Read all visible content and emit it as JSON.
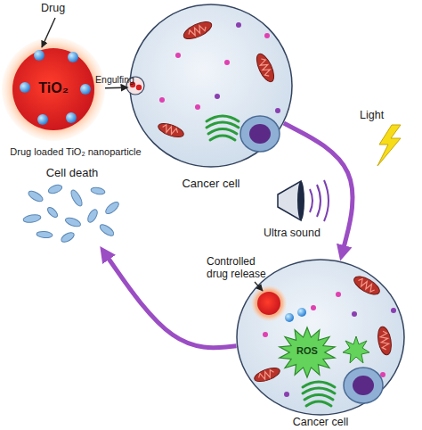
{
  "diagram": {
    "nodes": [
      {
        "text": [
          "TiO₂",
          "Drug loaded TiO₂ nanoparticle"
        ]
      },
      {
        "text": [
          "Cancer cell"
        ]
      },
      {
        "text": [
          "Cell death"
        ]
      },
      {
        "text": [
          "Cancer cell"
        ]
      },
      {
        "text": [
          "ROS"
        ],
        "in": 3
      }
    ],
    "edges": [
      {
        "from": 0,
        "to": 1,
        "label": "Engulfing",
        "arrow": "to"
      },
      {
        "from": 1,
        "to": 3,
        "arrow": "to"
      },
      {
        "from": 3,
        "to": 2,
        "arrow": "to"
      }
    ],
    "labels": [
      "Drug",
      "Light",
      "Ultra sound",
      "Controlled drug release"
    ]
  }
}
